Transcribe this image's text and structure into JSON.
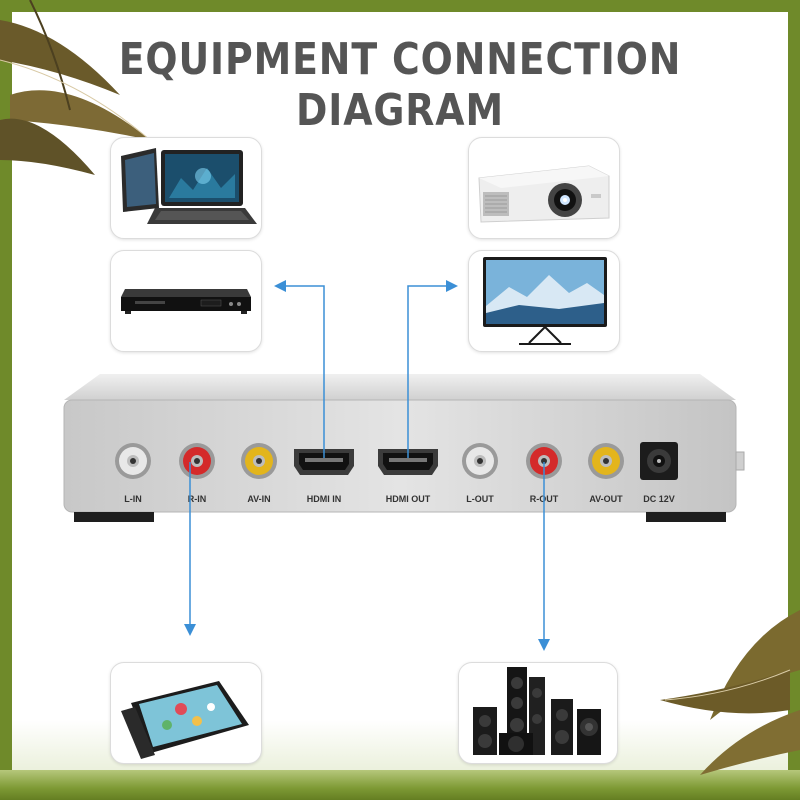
{
  "title": "EQUIPMENT CONNECTION DIAGRAM",
  "ports": [
    {
      "label": "L-IN"
    },
    {
      "label": "R-IN"
    },
    {
      "label": "AV-IN"
    },
    {
      "label": "HDMI IN"
    },
    {
      "label": "HDMI OUT"
    },
    {
      "label": "L-OUT"
    },
    {
      "label": "R-OUT"
    },
    {
      "label": "AV-OUT"
    },
    {
      "label": "DC 12V"
    }
  ],
  "colors": {
    "accent_line": "#3b8fd6",
    "rca_white": "#e8e8e8",
    "rca_red": "#d42a2a",
    "rca_yellow": "#e3b51c",
    "chassis": "#d9d9d9",
    "frame": "#6f8a2a"
  },
  "icons": [
    "laptop-icon",
    "dvd-player-icon",
    "projector-icon",
    "monitor-icon",
    "tablet-icon",
    "speaker-system-icon",
    "leaf-decoration-icon"
  ]
}
